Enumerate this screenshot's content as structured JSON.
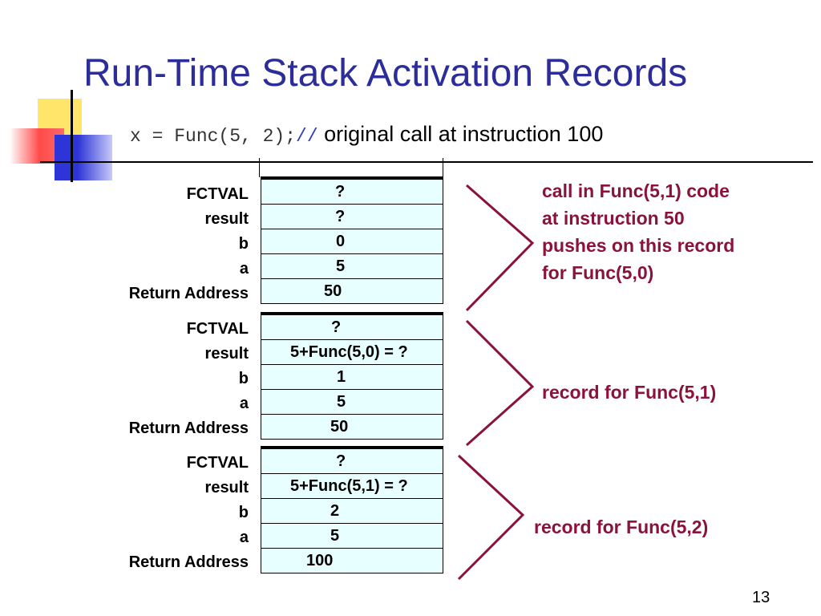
{
  "title": "Run-Time Stack Activation Records",
  "call_line": {
    "code": "x = Func(5, 2);",
    "comment_marker": "//",
    "comment_text": " original call at instruction 100"
  },
  "records": [
    {
      "rows": [
        {
          "label": "FCTVAL",
          "value": "?"
        },
        {
          "label": "result",
          "value": "?"
        },
        {
          "label": "b",
          "value": "0"
        },
        {
          "label": "a",
          "value": "5"
        },
        {
          "label": "Return Address",
          "value": "50"
        }
      ],
      "annotation": [
        "call in Func(5,1) code",
        "at instruction 50",
        "pushes on this record",
        "for Func(5,0)"
      ]
    },
    {
      "rows": [
        {
          "label": "FCTVAL",
          "value": "?"
        },
        {
          "label": "result",
          "value": "5+Func(5,0) = ?"
        },
        {
          "label": "b",
          "value": "1"
        },
        {
          "label": "a",
          "value": "5"
        },
        {
          "label": "Return Address",
          "value": "50"
        }
      ],
      "annotation": [
        "record for Func(5,1)"
      ]
    },
    {
      "rows": [
        {
          "label": "FCTVAL",
          "value": "?"
        },
        {
          "label": "result",
          "value": "5+Func(5,1) = ?"
        },
        {
          "label": "b",
          "value": "2"
        },
        {
          "label": "a",
          "value": "5"
        },
        {
          "label": "Return Address",
          "value": "100"
        }
      ],
      "annotation": [
        "record for Func(5,2)"
      ]
    }
  ],
  "page_number": "13",
  "colors": {
    "title": "#2d2d9a",
    "annotation": "#8b1238",
    "cell_fill": "#e8ffff",
    "comment": "#2f3bc4"
  }
}
